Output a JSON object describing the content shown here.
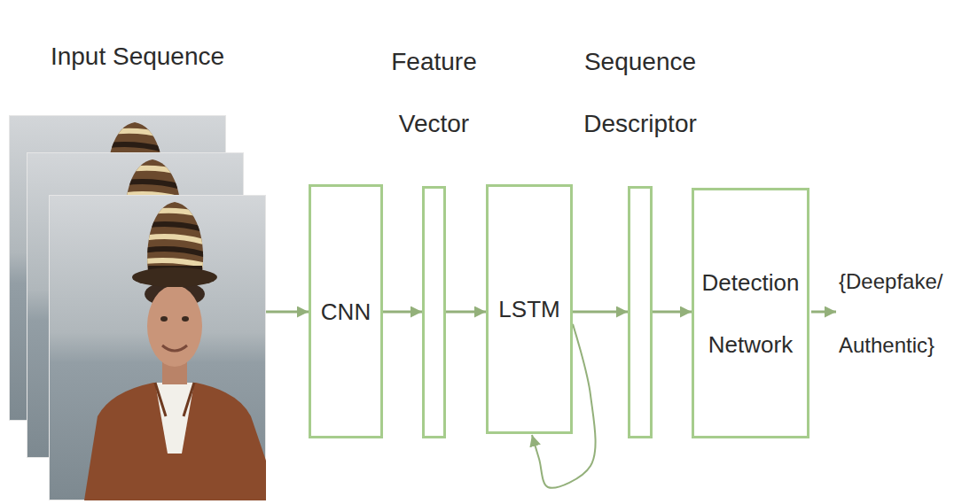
{
  "diagram": {
    "nodes": [
      {
        "text": [
          "Input Sequence"
        ]
      },
      {
        "text": [
          "CNN"
        ]
      },
      {
        "text": [
          "Feature Vector"
        ]
      },
      {
        "text": [
          "LSTM"
        ]
      },
      {
        "text": [
          "Sequence Descriptor"
        ]
      },
      {
        "text": [
          "Detection Network"
        ]
      }
    ],
    "edges": [
      {
        "from": 0,
        "to": 1,
        "arrow": "to"
      },
      {
        "from": 1,
        "to": 2,
        "arrow": "to"
      },
      {
        "from": 2,
        "to": 3,
        "arrow": "to"
      },
      {
        "from": 3,
        "to": 3,
        "arrow": "to"
      },
      {
        "from": 3,
        "to": 4,
        "arrow": "to"
      },
      {
        "from": 4,
        "to": 5,
        "arrow": "to"
      }
    ],
    "labels": [
      "{Deepfake/ Authentic}"
    ]
  }
}
